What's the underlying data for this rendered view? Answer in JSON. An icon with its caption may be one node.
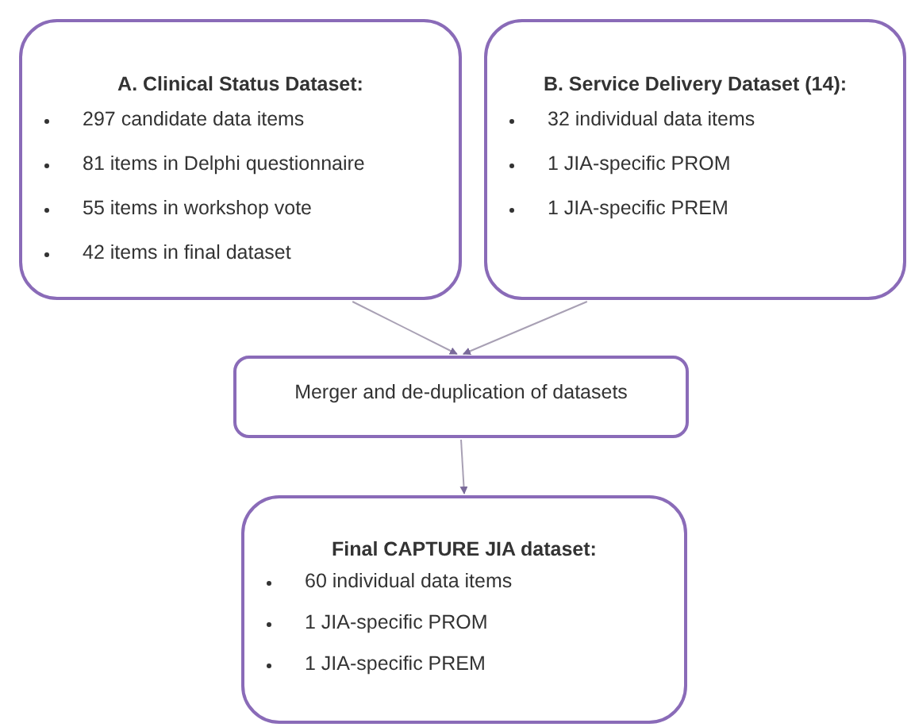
{
  "diagram": {
    "nodes": [
      {
        "text": [
          "A. Clinical Status Dataset:",
          "297 candidate data items",
          "81 items in Delphi questionnaire",
          "55 items in workshop vote",
          "42 items in final dataset"
        ]
      },
      {
        "text": [
          "B. Service Delivery Dataset (14):",
          "32 individual data items",
          "1 JIA-specific PROM",
          "1 JIA-specific PREM"
        ]
      },
      {
        "text": [
          "Merger and de-duplication of datasets"
        ]
      },
      {
        "text": [
          "Final CAPTURE JIA dataset:",
          "60 individual data items",
          "1 JIA-specific PROM",
          "1 JIA-specific PREM"
        ]
      }
    ],
    "edges": [
      {
        "from": 0,
        "to": 2,
        "arrow": "to"
      },
      {
        "from": 1,
        "to": 2,
        "arrow": "to"
      },
      {
        "from": 2,
        "to": 3,
        "arrow": "to"
      }
    ]
  }
}
